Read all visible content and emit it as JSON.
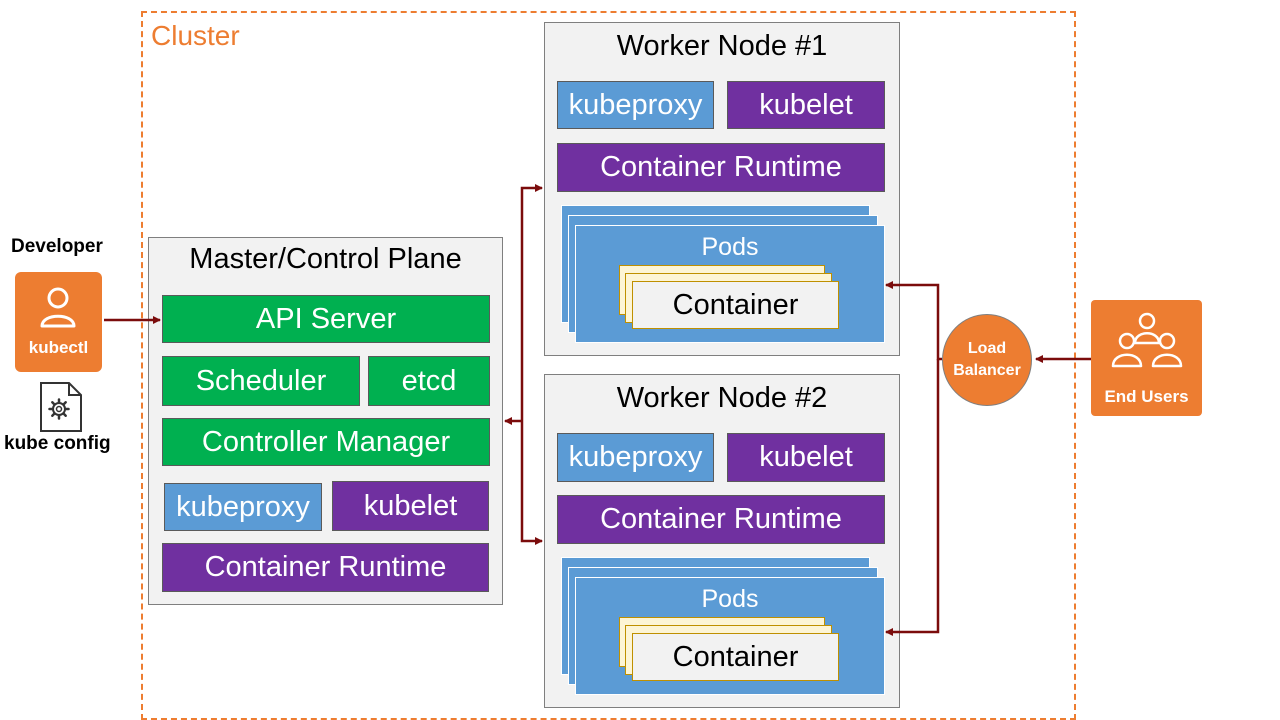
{
  "cluster": {
    "label": "Cluster"
  },
  "developer": {
    "label": "Developer",
    "kubectl_label": "kubectl",
    "config_label": "kube config"
  },
  "master": {
    "title": "Master/Control Plane",
    "api_server": "API Server",
    "scheduler": "Scheduler",
    "etcd": "etcd",
    "controller_manager": "Controller Manager",
    "kubeproxy": "kubeproxy",
    "kubelet": "kubelet",
    "container_runtime": "Container Runtime"
  },
  "worker1": {
    "title": "Worker Node #1",
    "kubeproxy": "kubeproxy",
    "kubelet": "kubelet",
    "container_runtime": "Container Runtime",
    "pods": "Pods",
    "container": "Container"
  },
  "worker2": {
    "title": "Worker Node #2",
    "kubeproxy": "kubeproxy",
    "kubelet": "kubelet",
    "container_runtime": "Container Runtime",
    "pods": "Pods",
    "container": "Container"
  },
  "load_balancer": {
    "line1": "Load",
    "line2": "Balancer"
  },
  "end_users": {
    "label": "End Users"
  },
  "colors": {
    "accent_orange": "#ed7d31",
    "green": "#00b050",
    "purple": "#7030a0",
    "blue": "#5b9bd5",
    "arrow": "#7b0c0c"
  },
  "icons": {
    "developer": "user-icon",
    "config": "gear-document-icon",
    "end_users": "group-icon"
  }
}
